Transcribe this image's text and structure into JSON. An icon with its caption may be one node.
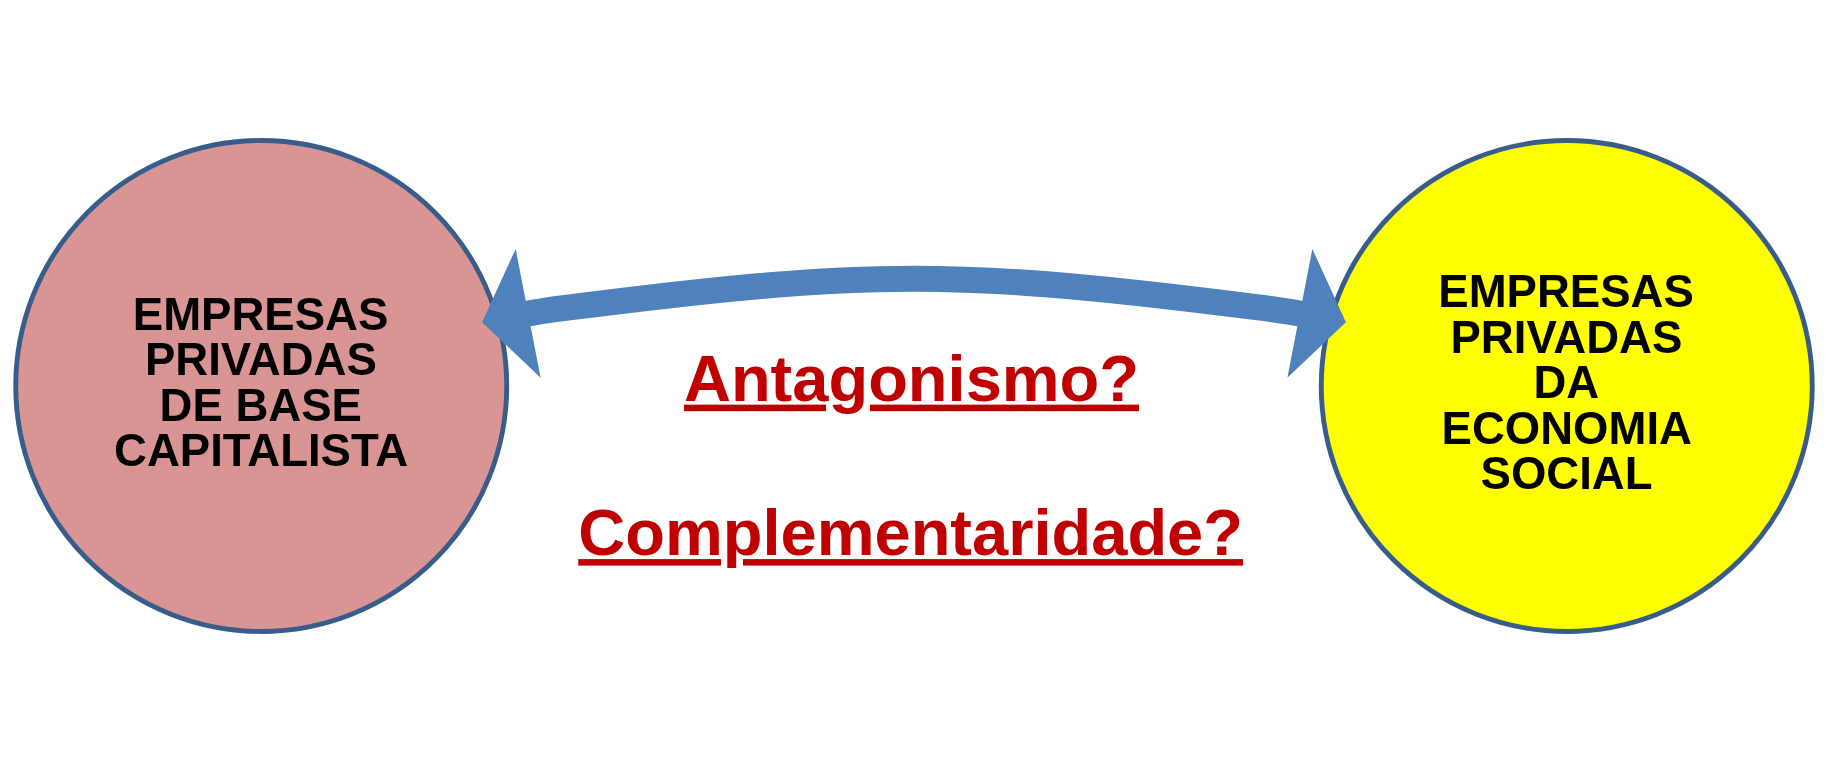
{
  "diagram": {
    "nodes": [
      {
        "text": [
          "EMPRESAS PRIVADAS DE BASE CAPITALISTA"
        ]
      },
      {
        "text": [
          "EMPRESAS PRIVADAS DA ECONOMIA SOCIAL"
        ]
      }
    ],
    "edges": [
      {
        "from": 0,
        "to": 1,
        "arrow": "both"
      }
    ],
    "labels": [
      "Antagonismo?",
      "Complementaridade?"
    ]
  }
}
